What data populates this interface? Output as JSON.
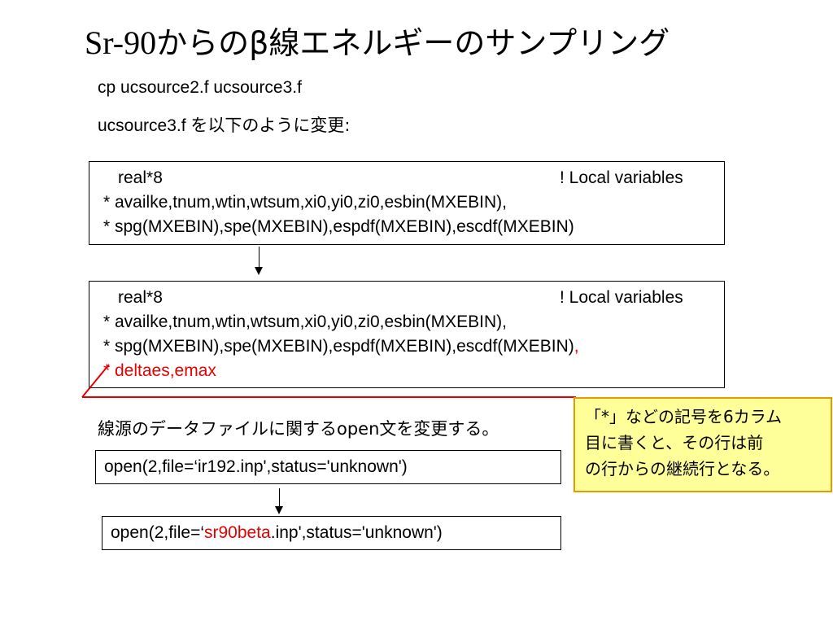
{
  "slide": {
    "title_prefix": "Sr-90",
    "title_rest": "からのβ線エネルギーのサンプリング",
    "cp_command": "cp ucsource2.f ucsource3.f",
    "change_prefix": "ucsource3.f ",
    "change_rest": "を以下のように変更:",
    "before_box": {
      "line1_left": "real*8",
      "line1_right": "! Local variables",
      "line2": "* availke,tnum,wtin,wtsum,xi0,yi0,zi0,esbin(MXEBIN),",
      "line3": "* spg(MXEBIN),spe(MXEBIN),espdf(MXEBIN),escdf(MXEBIN)"
    },
    "after_box": {
      "line1_left": "real*8",
      "line1_right": "! Local variables",
      "line2": "* availke,tnum,wtin,wtsum,xi0,yi0,zi0,esbin(MXEBIN),",
      "line3_main": "* spg(MXEBIN),spe(MXEBIN),espdf(MXEBIN),escdf(MXEBIN)",
      "line3_added": ",",
      "line4_added": "* deltaes,emax"
    },
    "source_file_note": "線源のデータファイルに関するopen文を変更する。",
    "open_before": "open(2,file=‘ir192.inp',status='unknown')",
    "open_after_prefix": "open(2,file=‘",
    "open_after_highlight": "sr90beta",
    "open_after_suffix": ".inp',status='unknown')",
    "callout": {
      "line1": "「*」などの記号を6カラム",
      "line2": "目に書くと、その行は前",
      "line3": "の行からの継続行となる。"
    },
    "colors": {
      "highlight": "#e60000",
      "callout_fill": "#ffff99",
      "callout_border": "#e59a00"
    }
  }
}
